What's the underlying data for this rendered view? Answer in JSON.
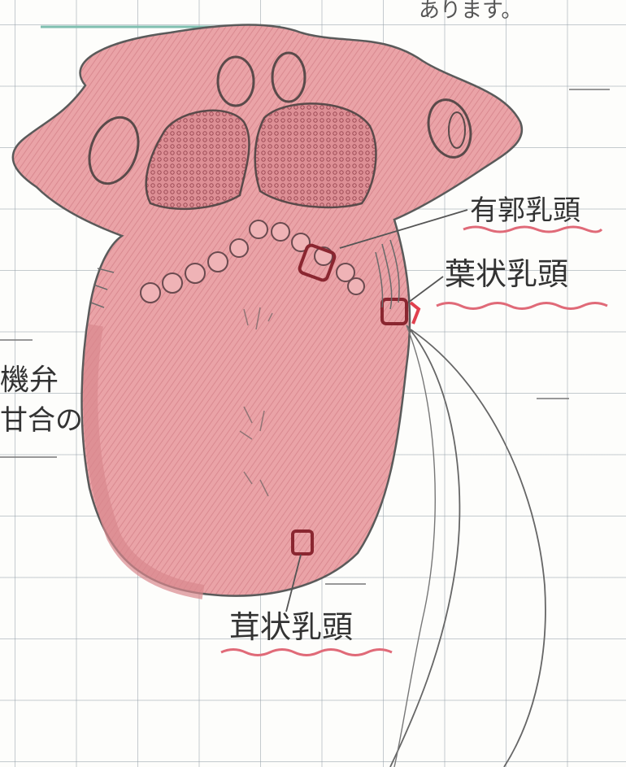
{
  "labels": {
    "circumvallate": "有郭乳頭",
    "foliate": "葉状乳頭",
    "fungiform": "茸状乳頭",
    "top_note": "あります。",
    "left_fragment_1": "機弁",
    "left_fragment_2": "甘合の"
  },
  "colors": {
    "tongue_fill": "#e9a4a8",
    "tongue_shadow": "#d8878d",
    "pencil": "#5a5a5a",
    "marker_outline": "#8a2630",
    "wavy_underline": "#e06a78",
    "grid_line": "#9aa4ad",
    "top_line": "#7fbfb0"
  }
}
